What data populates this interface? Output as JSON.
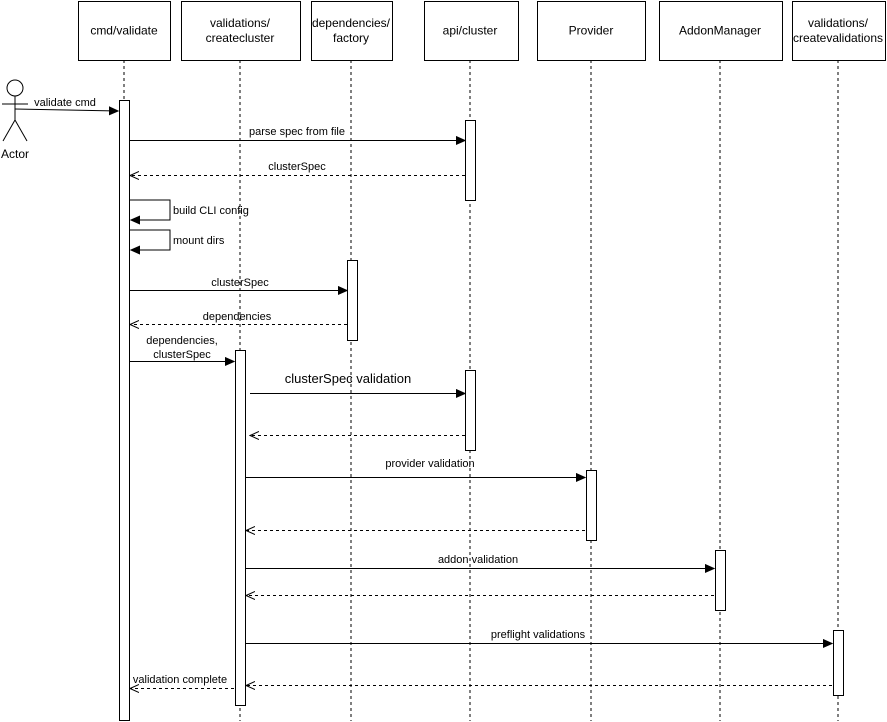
{
  "actor": {
    "label": "Actor"
  },
  "participants": [
    {
      "id": "cmd",
      "lines": [
        "cmd/validate"
      ]
    },
    {
      "id": "createcluster",
      "lines": [
        "validations/",
        "createcluster"
      ]
    },
    {
      "id": "factory",
      "lines": [
        "dependencies/",
        "factory"
      ]
    },
    {
      "id": "cluster",
      "lines": [
        "api/cluster"
      ]
    },
    {
      "id": "provider",
      "lines": [
        "Provider"
      ]
    },
    {
      "id": "addon",
      "lines": [
        "AddonManager"
      ]
    },
    {
      "id": "createvalidations",
      "lines": [
        "validations/",
        "createvalidations"
      ]
    }
  ],
  "messages": [
    {
      "id": "validate-cmd",
      "lines": [
        "validate cmd"
      ]
    },
    {
      "id": "parse-spec",
      "lines": [
        "parse spec from file"
      ]
    },
    {
      "id": "cluster-spec-return",
      "lines": [
        "clusterSpec"
      ]
    },
    {
      "id": "build-cli-config",
      "lines": [
        "build CLI config"
      ]
    },
    {
      "id": "mount-dirs",
      "lines": [
        "mount dirs"
      ]
    },
    {
      "id": "cluster-spec-to-factory",
      "lines": [
        "clusterSpec"
      ]
    },
    {
      "id": "dependencies-return",
      "lines": [
        "dependencies"
      ]
    },
    {
      "id": "dependencies-cluster-spec",
      "lines": [
        "dependencies,",
        "clusterSpec"
      ]
    },
    {
      "id": "cluster-spec-validation",
      "lines": [
        "clusterSpec validation"
      ]
    },
    {
      "id": "cluster-validation-return",
      "lines": []
    },
    {
      "id": "provider-validation",
      "lines": [
        "provider validation"
      ]
    },
    {
      "id": "provider-validation-return",
      "lines": []
    },
    {
      "id": "addon-validation",
      "lines": [
        "addon validation"
      ]
    },
    {
      "id": "addon-validation-return",
      "lines": []
    },
    {
      "id": "preflight-validations",
      "lines": [
        "preflight validations"
      ]
    },
    {
      "id": "preflight-return",
      "lines": []
    },
    {
      "id": "validation-complete",
      "lines": [
        "validation complete"
      ]
    }
  ]
}
